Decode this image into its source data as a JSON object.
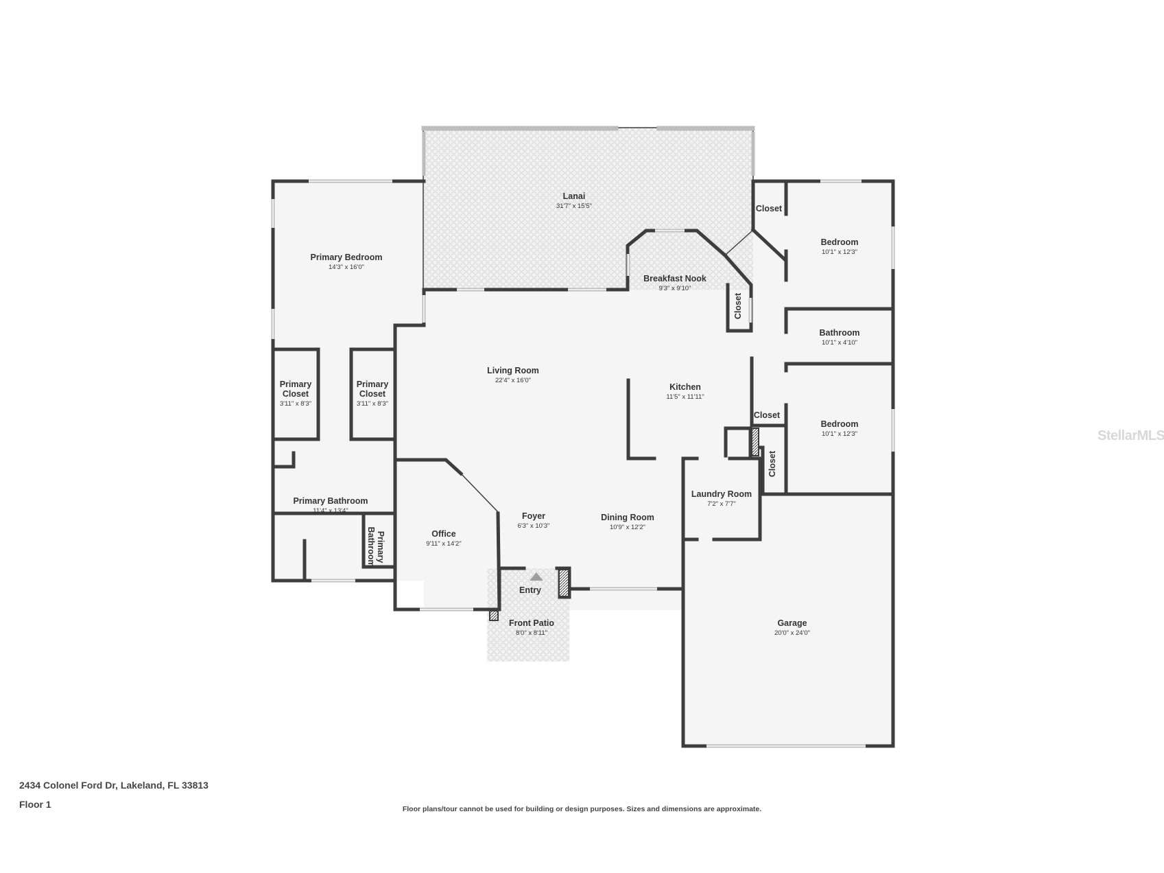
{
  "plan": {
    "rooms": [
      {
        "name": "Lanai",
        "dims": "31'7\" x 15'5\""
      },
      {
        "name": "Primary Bedroom",
        "dims": "14'3\" x 16'0\""
      },
      {
        "name": "Closet",
        "dims": ""
      },
      {
        "name": "Bedroom",
        "dims": "10'1\" x 12'3\""
      },
      {
        "name": "Breakfast Nook",
        "dims": "9'3\" x 9'10\""
      },
      {
        "name": "Closet",
        "dims": ""
      },
      {
        "name": "Bathroom",
        "dims": "10'1\" x 4'10\""
      },
      {
        "name": "Living Room",
        "dims": "22'4\" x 16'0\""
      },
      {
        "name": "Kitchen",
        "dims": "11'5\" x 11'11\""
      },
      {
        "name": "Primary Closet",
        "dims": "3'11\" x 8'3\""
      },
      {
        "name": "Primary Closet",
        "dims": "3'11\" x 8'3\""
      },
      {
        "name": "Closet",
        "dims": ""
      },
      {
        "name": "Bedroom",
        "dims": "10'1\" x 12'3\""
      },
      {
        "name": "Closet",
        "dims": ""
      },
      {
        "name": "Primary Bathroom",
        "dims": "11'4\" x 13'4\""
      },
      {
        "name": "Laundry Room",
        "dims": "7'2\" x 7'7\""
      },
      {
        "name": "Foyer",
        "dims": "6'3\" x 10'3\""
      },
      {
        "name": "Dining Room",
        "dims": "10'9\" x 12'2\""
      },
      {
        "name": "Office",
        "dims": "9'11\" x 14'2\""
      },
      {
        "name": "Primary Bathroom",
        "dims": ""
      },
      {
        "name": "Entry",
        "dims": ""
      },
      {
        "name": "Front Patio",
        "dims": "8'0\" x 8'11\""
      },
      {
        "name": "Garage",
        "dims": "20'0\" x 24'0\""
      }
    ]
  },
  "footer": {
    "address": "2434 Colonel Ford Dr, Lakeland, FL 33813",
    "floor": "Floor 1",
    "disclaimer": "Floor plans/tour cannot be used for building or design purposes. Sizes and dimensions are approximate."
  },
  "watermark": "StellarMLS",
  "colors": {
    "wall": "#3d3d3d",
    "floor": "#f5f5f5",
    "window": "#bdbdbd",
    "patio_pattern": "#dcdcdc"
  }
}
